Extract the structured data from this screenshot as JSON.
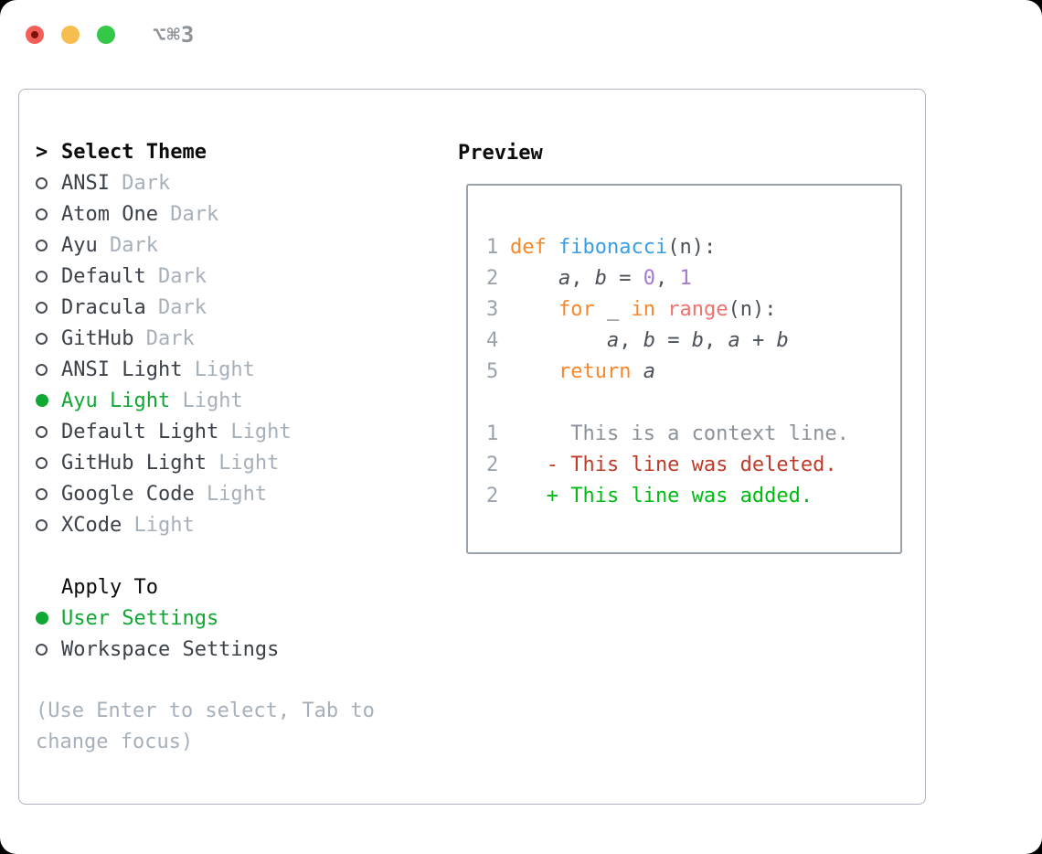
{
  "window": {
    "title": "⌥⌘3",
    "traffic_lights": [
      {
        "icon": "close-icon"
      },
      {
        "icon": "minimize-icon"
      },
      {
        "icon": "zoom-icon"
      }
    ]
  },
  "theme_list": {
    "header_prefix": ">",
    "header": "Select Theme",
    "items": [
      {
        "name": "ANSI",
        "variant": "Dark",
        "selected": false
      },
      {
        "name": "Atom One",
        "variant": "Dark",
        "selected": false
      },
      {
        "name": "Ayu",
        "variant": "Dark",
        "selected": false
      },
      {
        "name": "Default",
        "variant": "Dark",
        "selected": false
      },
      {
        "name": "Dracula",
        "variant": "Dark",
        "selected": false
      },
      {
        "name": "GitHub",
        "variant": "Dark",
        "selected": false
      },
      {
        "name": "ANSI Light",
        "variant": "Light",
        "selected": false
      },
      {
        "name": "Ayu Light",
        "variant": "Light",
        "selected": true
      },
      {
        "name": "Default Light",
        "variant": "Light",
        "selected": false
      },
      {
        "name": "GitHub Light",
        "variant": "Light",
        "selected": false
      },
      {
        "name": "Google Code",
        "variant": "Light",
        "selected": false
      },
      {
        "name": "XCode",
        "variant": "Light",
        "selected": false
      }
    ]
  },
  "apply_to": {
    "header": "Apply To",
    "options": [
      {
        "label": "User Settings",
        "selected": true
      },
      {
        "label": "Workspace Settings",
        "selected": false
      }
    ]
  },
  "help_text": "(Use Enter to select, Tab to change focus)",
  "preview": {
    "label": "Preview",
    "code_lines": [
      {
        "num": "1",
        "segments": [
          {
            "t": "def",
            "c": "keyword"
          },
          {
            "t": " "
          },
          {
            "t": "fibonacci",
            "c": "function"
          },
          {
            "t": "(n):"
          }
        ]
      },
      {
        "num": "2",
        "segments": [
          {
            "t": "    "
          },
          {
            "t": "a",
            "c": "var"
          },
          {
            "t": ", "
          },
          {
            "t": "b",
            "c": "var"
          },
          {
            "t": " = "
          },
          {
            "t": "0",
            "c": "number"
          },
          {
            "t": ", "
          },
          {
            "t": "1",
            "c": "number"
          }
        ]
      },
      {
        "num": "3",
        "segments": [
          {
            "t": "    "
          },
          {
            "t": "for",
            "c": "keyword"
          },
          {
            "t": " _ "
          },
          {
            "t": "in",
            "c": "keyword"
          },
          {
            "t": " "
          },
          {
            "t": "range",
            "c": "builtin"
          },
          {
            "t": "(n):"
          }
        ]
      },
      {
        "num": "4",
        "segments": [
          {
            "t": "        "
          },
          {
            "t": "a",
            "c": "var"
          },
          {
            "t": ", "
          },
          {
            "t": "b",
            "c": "var"
          },
          {
            "t": " = "
          },
          {
            "t": "b",
            "c": "var"
          },
          {
            "t": ", "
          },
          {
            "t": "a",
            "c": "var"
          },
          {
            "t": " + "
          },
          {
            "t": "b",
            "c": "var"
          }
        ]
      },
      {
        "num": "5",
        "segments": [
          {
            "t": "    "
          },
          {
            "t": "return",
            "c": "keyword"
          },
          {
            "t": " "
          },
          {
            "t": "a",
            "c": "var"
          }
        ]
      }
    ],
    "diff_lines": [
      {
        "num": "1",
        "kind": "context",
        "text": "     This is a context line."
      },
      {
        "num": "2",
        "kind": "deleted",
        "text": "   - This line was deleted."
      },
      {
        "num": "2",
        "kind": "added",
        "text": "   + This line was added."
      }
    ]
  },
  "colors": {
    "ui_selection_green": "#10A733",
    "diff_added_green": "#00BC12",
    "diff_deleted_red": "#C03A28",
    "diff_context_gray": "#8A9299",
    "code_keyword_orange": "#F8872B",
    "code_function_blue": "#399EE6",
    "code_number_purple": "#A37ACC",
    "code_builtin_salmon": "#F07171",
    "code_plain_gray": "#4A5058",
    "gutter_gray": "#9AA2AB",
    "muted_gray": "#A6B0BA",
    "traffic_red": "#F25F58",
    "traffic_yellow": "#F7BE4F",
    "traffic_green": "#34C748"
  }
}
